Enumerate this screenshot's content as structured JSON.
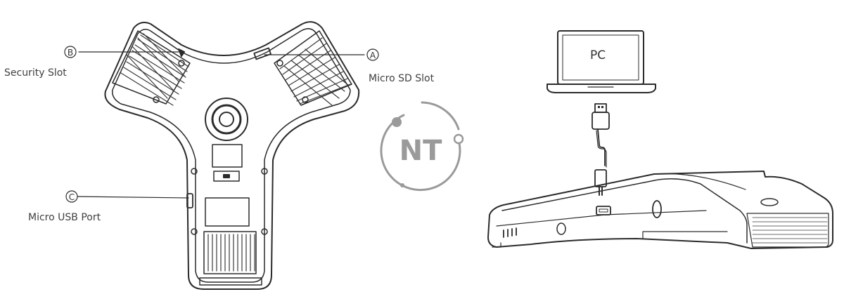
{
  "callouts": {
    "a": {
      "letter": "A",
      "label": "Micro SD Slot"
    },
    "b": {
      "letter": "B",
      "label": "Security Slot"
    },
    "c": {
      "letter": "C",
      "label": "Micro USB Port"
    }
  },
  "pc": {
    "label": "PC"
  },
  "watermark": {
    "text": "NT"
  },
  "colors": {
    "line": "#2b2b2b",
    "watermark": "#9a9a9a",
    "grille": "#3a3a3a"
  }
}
